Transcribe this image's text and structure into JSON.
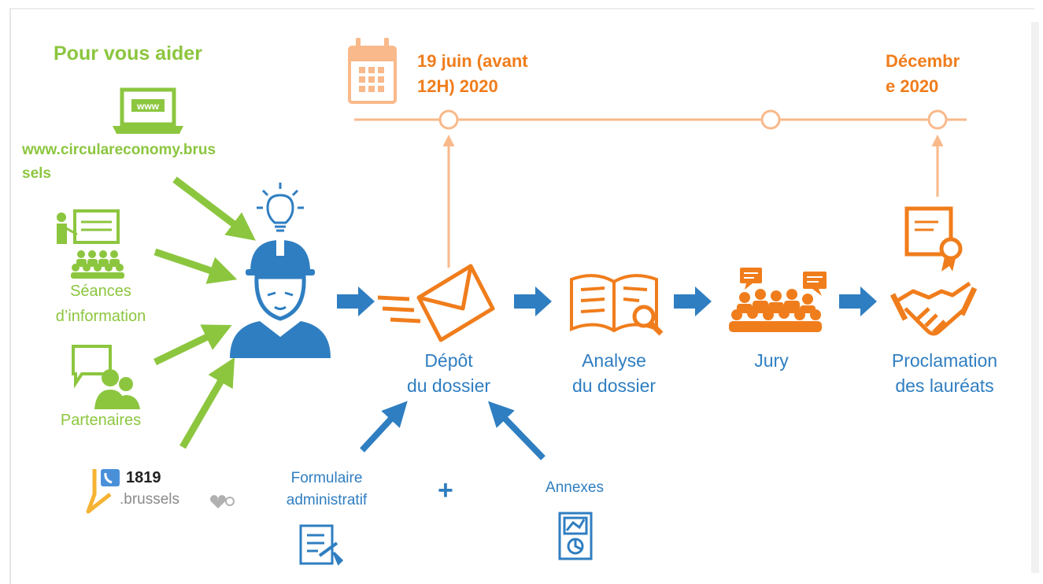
{
  "help": {
    "title": "Pour vous aider",
    "website": "www.circulareconomy.brussels",
    "website_line1": "www.circulareconomy.brus",
    "website_line2": "sels",
    "laptop_text": "www",
    "seances": "Séances d’information",
    "partenaires": "Partenaires",
    "phone_number": "1819",
    "phone_domain": ".brussels"
  },
  "timeline": {
    "date_start_line1": "19 juin (avant",
    "date_start_line2": "12H) 2020",
    "date_end_line1": "Décembr",
    "date_end_line2": "e 2020"
  },
  "steps": {
    "depot_line1": "Dépôt",
    "depot_line2": "du dossier",
    "analyse_line1": "Analyse",
    "analyse_line2": "du dossier",
    "jury": "Jury",
    "proclamation_line1": "Proclamation",
    "proclamation_line2": "des lauréats"
  },
  "inputs": {
    "formulaire_line1": "Formulaire",
    "formulaire_line2": "administratif",
    "plus": "+",
    "annexes": "Annexes"
  },
  "colors": {
    "green": "#8cc63f",
    "orange": "#f07d1c",
    "light_orange": "#f9b98a",
    "blue": "#2f7ec1"
  },
  "icons": [
    "laptop-icon",
    "presentation-icon",
    "chat-people-icon",
    "phone-icon",
    "lightbulb-icon",
    "worker-icon",
    "calendar-icon",
    "envelope-icon",
    "book-magnifier-icon",
    "jury-icon",
    "certificate-icon",
    "handshake-icon",
    "form-icon",
    "annex-icon"
  ]
}
